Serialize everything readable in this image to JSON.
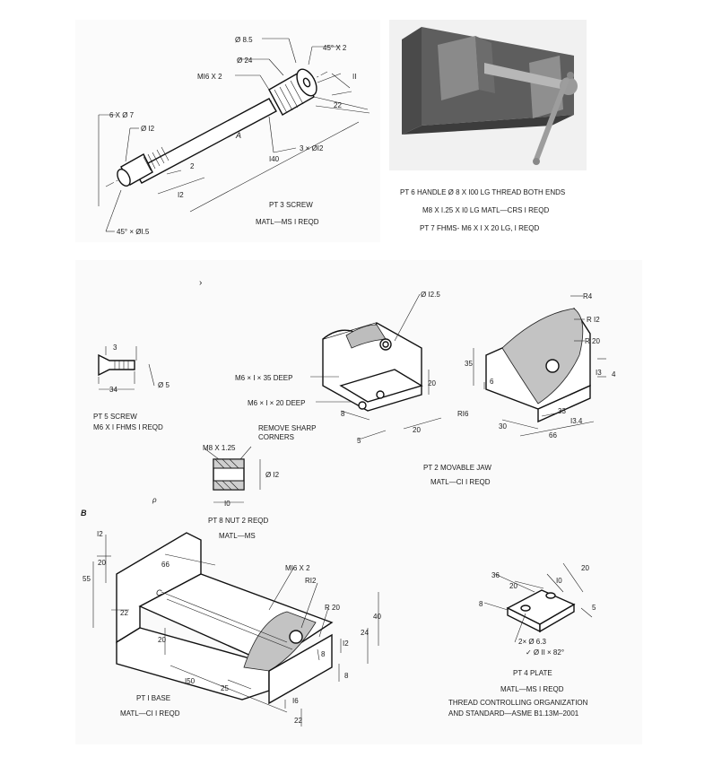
{
  "screw": {
    "d85": "Ø 8.5",
    "chamfer_top": "45° X 2",
    "d24": "Ø 24",
    "m16": "MI6 X 2",
    "eleven": "II",
    "twentytwo": "22",
    "six_holes": "6 X Ø 7",
    "d12": "Ø I2",
    "A": "A",
    "two": "2",
    "one40": "I40",
    "three_holes": "3 × ØI2",
    "twelve": "I2",
    "chamfer_bottom": "45° × ØI.5",
    "title": "PT 3 SCREW",
    "matl": "MATL—MS I REQD"
  },
  "vise_photo": {
    "note1": "PT 6 HANDLE Ø 8 X I00 LG THREAD BOTH ENDS",
    "note2": "M8 X I.25 X I0 LG MATL—CRS I REQD",
    "note3": "PT 7 FHMS- M6 X I X 20 LG, I REQD"
  },
  "scribble": "›",
  "screw5": {
    "three": "3",
    "thirtyfour": "34",
    "d5": "Ø 5",
    "title": "PT 5 SCREW",
    "matl": "M6 X I FHMS I REQD"
  },
  "jaw": {
    "d125": "Ø I2.5",
    "m6_35": "M6 × I × 35 DEEP",
    "m6_20": "M6 × I × 20 DEEP",
    "twenty_a": "20",
    "twenty_b": "20",
    "eight": "8",
    "five": "5",
    "title": "PT 2 MOVABLE JAW",
    "matl": "MATL—CI I REQD"
  },
  "jaw2": {
    "r4": "R4",
    "r12": "R I2",
    "r20": "R 20",
    "thirtyfive": "35",
    "six": "6",
    "thirteen": "I3",
    "four": "4",
    "thirtythree": "33",
    "r16": "RI6",
    "thirty": "30",
    "thirteen4": "I3.4",
    "sixtysix": "66"
  },
  "nut": {
    "m8": "M8 X 1.25",
    "d12": "Ø I2",
    "ten": "I0",
    "title": "PT 8 NUT 2 REQD",
    "matl": "MATL—MS"
  },
  "base": {
    "B": "B",
    "C": "C",
    "twelve": "I2",
    "twenty": "20",
    "fiftyfive": "55",
    "sixtysix": "66",
    "twentytwo": "22",
    "twenty_b": "20",
    "onefifty": "I50",
    "twentyfive": "25",
    "sixteen": "I6",
    "twentytwo_b": "22",
    "m16": "MI6 X 2",
    "r12": "RI2",
    "r20": "R 20",
    "forty": "40",
    "twentyfour": "24",
    "twelve_b": "I2",
    "eight_a": "8",
    "eight_b": "8",
    "title": "PT I BASE",
    "matl": "MATL—CI I REQD"
  },
  "plate": {
    "thirtysix": "36",
    "twenty": "20",
    "ten": "I0",
    "twenty_b": "20",
    "eight": "8",
    "five": "5",
    "holes": "2× Ø 6.3",
    "csk": "✓ Ø II × 82°",
    "title": "PT 4 PLATE",
    "matl": "MATL—MS I REQD",
    "std1": "THREAD CONTROLLING ORGANIZATION",
    "std2": "AND STANDARD—ASME B1.13M–2001"
  },
  "stray_p": "ρ"
}
